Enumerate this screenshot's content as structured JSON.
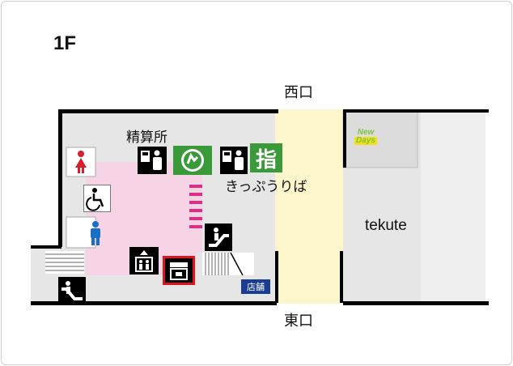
{
  "floor": "1F",
  "gates": {
    "west": "西口",
    "east": "東口"
  },
  "areas": {
    "fare_adjustment": "精算所",
    "ticket_office": "きっぷうりば",
    "reserved_seat_mark": "指",
    "shop": "店舗",
    "tekute": "tekute"
  },
  "brands": {
    "newdays_line1": "New",
    "newdays_line2": "Days"
  },
  "colors": {
    "concourse_gray": "#e6e6e6",
    "ticket_area_pink": "#f6d4e6",
    "passage_yellow": "#fdf6cc",
    "wall_black": "#000000",
    "womens_red": "#d4202c",
    "mens_blue": "#1a6fc4",
    "reserved_green": "#3a9a3a",
    "shop_blue": "#1a3d8f",
    "stairs_magenta": "#d63384",
    "highlight_red": "#e0141e",
    "newdays_green": "#7fc241",
    "newdays_yellow": "#f2e01b"
  },
  "icons": [
    "womens-restroom-icon",
    "accessible-restroom-icon",
    "mens-restroom-icon",
    "fare-adjustment-machine-icon",
    "ticket-machine-icon",
    "green-ticket-machine-icon",
    "reserved-seat-icon",
    "escalator-up-icon",
    "escalator-down-icon",
    "elevator-icon",
    "coin-locker-icon"
  ]
}
